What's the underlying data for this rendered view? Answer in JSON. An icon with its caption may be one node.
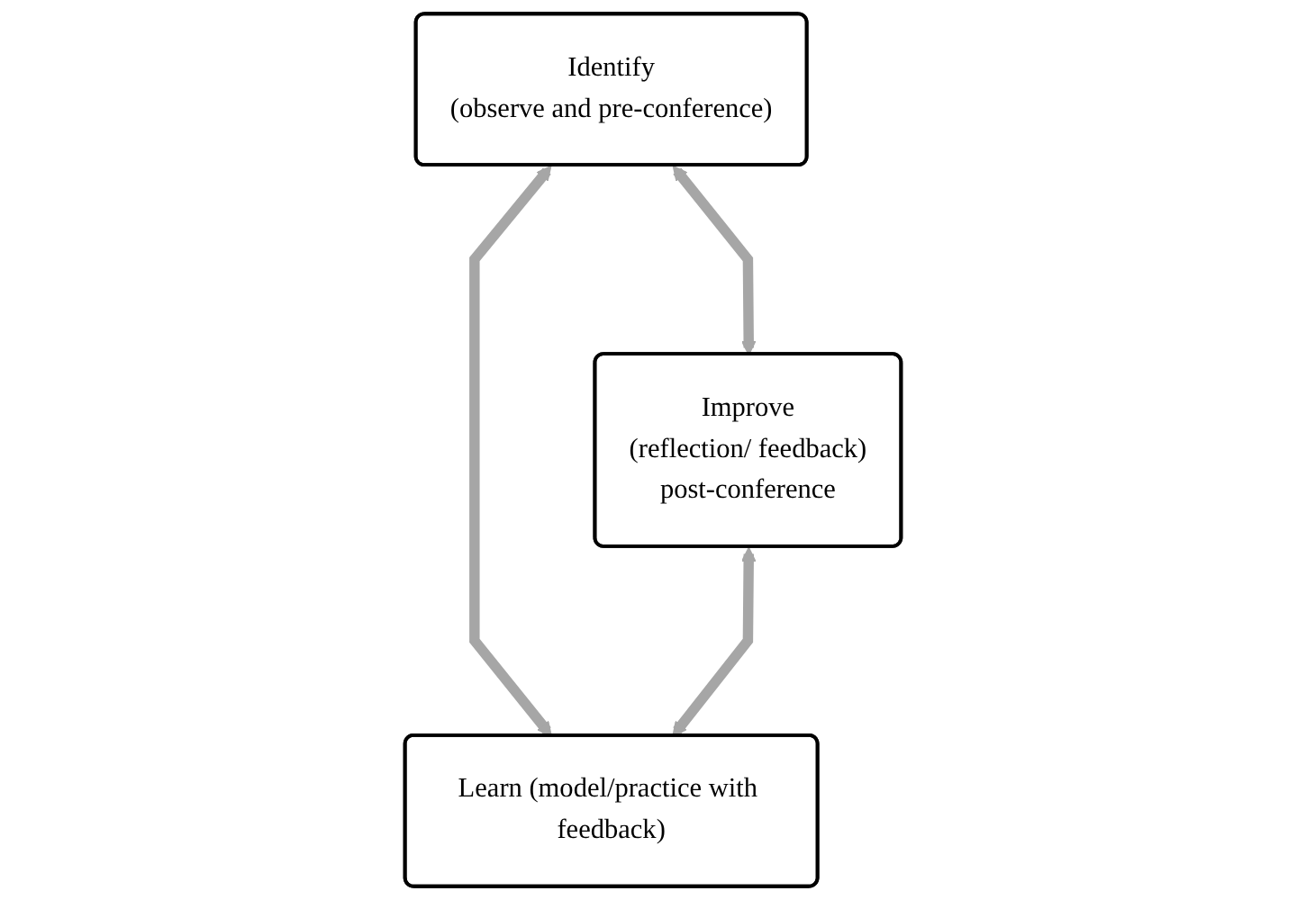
{
  "diagram": {
    "nodes": [
      {
        "text": [
          "Identify",
          "(observe and pre-conference)"
        ]
      },
      {
        "text": [
          "Improve",
          "(reflection/ feedback)",
          "post-conference"
        ]
      },
      {
        "text": [
          "Learn (model/practice with feedback)"
        ]
      }
    ],
    "edges": [
      {
        "from": 0,
        "to": 1,
        "arrow": "both"
      },
      {
        "from": 0,
        "to": 2,
        "arrow": "both"
      },
      {
        "from": 1,
        "to": 2,
        "arrow": "both"
      }
    ]
  }
}
